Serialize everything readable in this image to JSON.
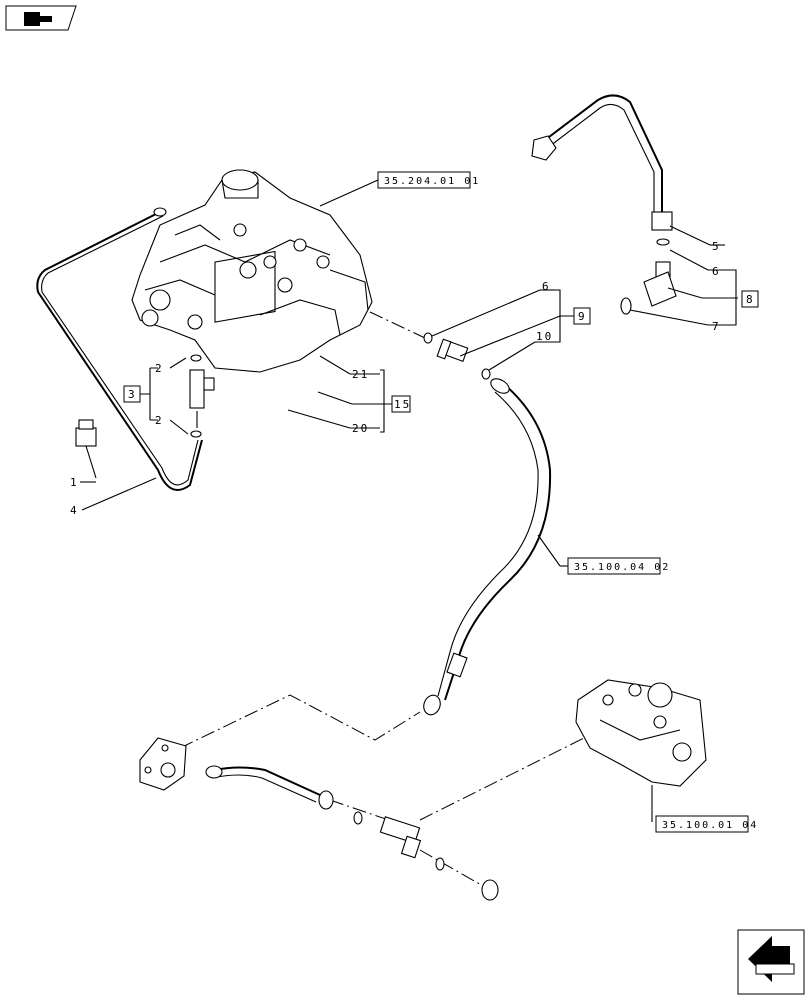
{
  "icons": {
    "top_left": "book-nav-icon",
    "bottom_right": "next-page-arrow-icon"
  },
  "references": {
    "control_valve": "35.204.01 01",
    "hose": "35.100.04 02",
    "pump_valve": "35.100.01 04"
  },
  "callouts": {
    "c1": "1",
    "c2a": "2",
    "c2b": "2",
    "c4": "4",
    "c5": "5",
    "c6a": "6",
    "c6b": "6",
    "c7": "7",
    "c10": "10",
    "c20": "20",
    "c21": "21"
  },
  "groups": {
    "g3": "3",
    "g8": "8",
    "g9": "9",
    "g15": "15"
  }
}
